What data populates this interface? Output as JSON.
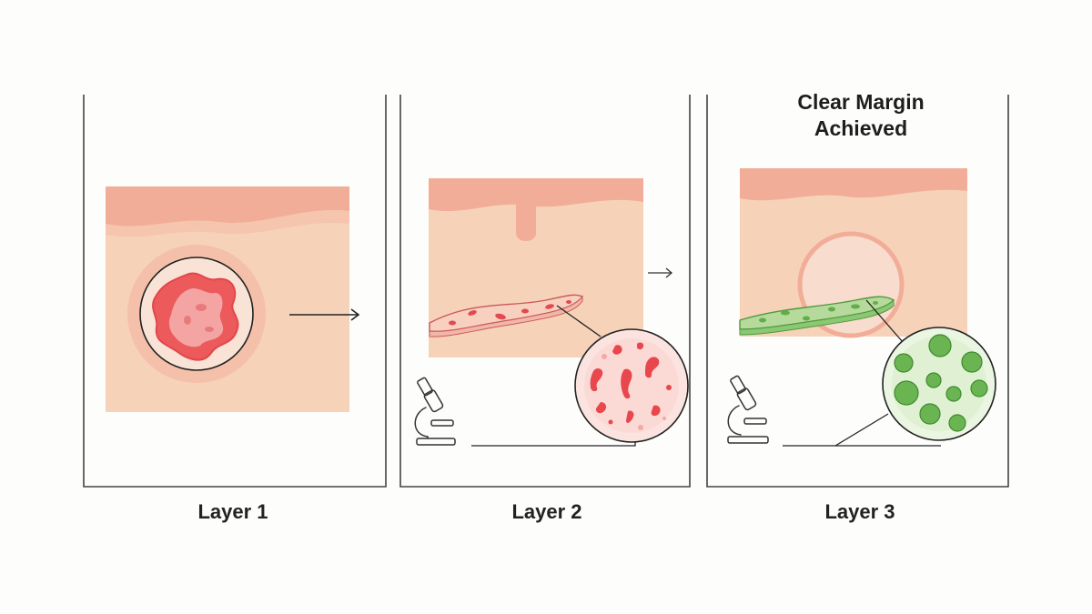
{
  "panels": [
    {
      "label": "Layer 1"
    },
    {
      "label": "Layer 2"
    },
    {
      "label": "Layer 3",
      "title_lines": [
        "Clear Margin",
        "Achieved"
      ]
    }
  ],
  "colors": {
    "skin_surface": "#f4b7a2",
    "skin_tissue": "#f6d1b7",
    "tumor": "#e0464b",
    "tumor_light": "#f4a0a0",
    "clear_green": "#6db552",
    "frame": "#444444"
  },
  "icons": [
    "microscope-icon",
    "arrow-right-icon",
    "magnifier-circle-icon"
  ]
}
